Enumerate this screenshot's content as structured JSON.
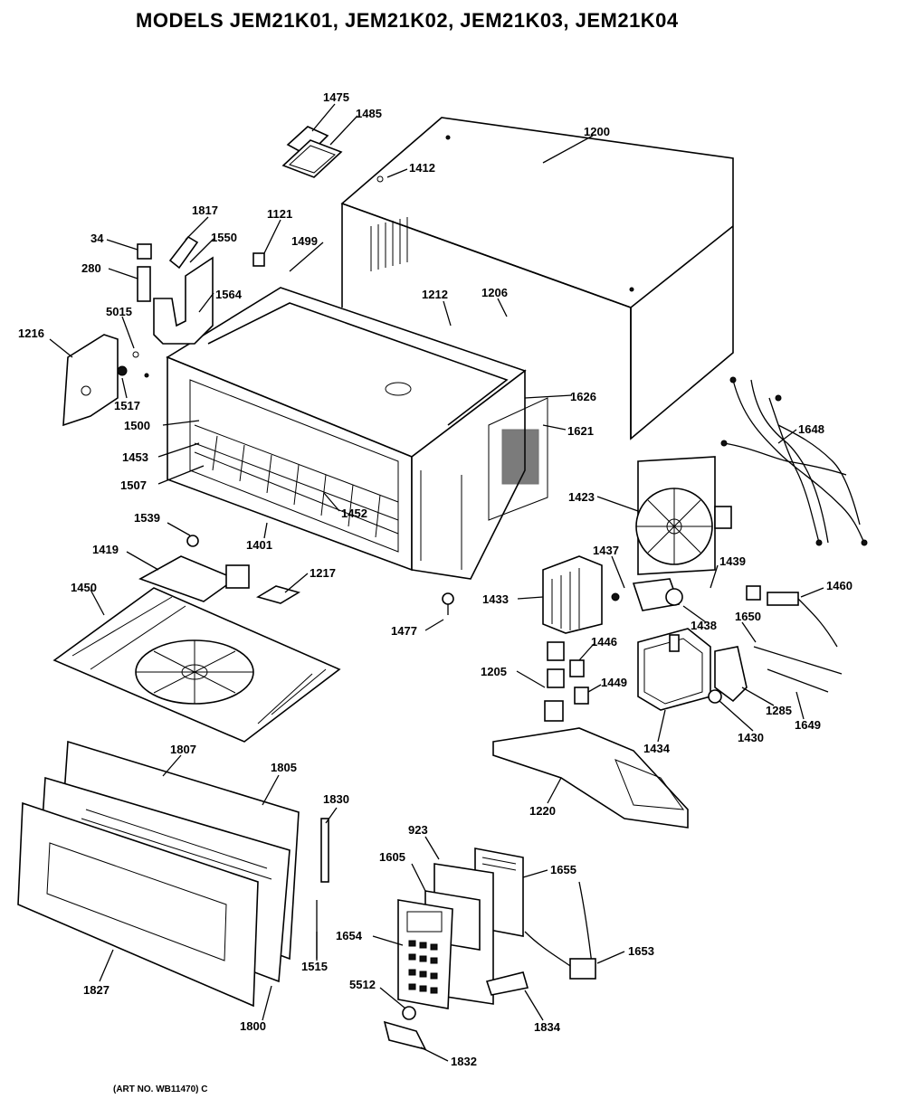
{
  "title": "MODELS JEM21K01, JEM21K02, JEM21K03, JEM21K04",
  "art_number": "(ART NO. WB11470) C",
  "callouts": {
    "p1475": "1475",
    "p1485": "1485",
    "p1200": "1200",
    "p1412": "1412",
    "p1817": "1817",
    "p1121": "1121",
    "p34": "34",
    "p1550": "1550",
    "p1499": "1499",
    "p280": "280",
    "p1564": "1564",
    "p1212": "1212",
    "p1206": "1206",
    "p5015": "5015",
    "p1216": "1216",
    "p1517": "1517",
    "p1626": "1626",
    "p1500": "1500",
    "p1621": "1621",
    "p1648": "1648",
    "p1453": "1453",
    "p1507": "1507",
    "p1452": "1452",
    "p1423": "1423",
    "p1539": "1539",
    "p1401": "1401",
    "p1419": "1419",
    "p1437": "1437",
    "p1439": "1439",
    "p1217": "1217",
    "p1450": "1450",
    "p1433": "1433",
    "p1460": "1460",
    "p1438": "1438",
    "p1477": "1477",
    "p1650": "1650",
    "p1446": "1446",
    "p1205": "1205",
    "p1449": "1449",
    "p1285": "1285",
    "p1649": "1649",
    "p1434": "1434",
    "p1430": "1430",
    "p1807": "1807",
    "p1805": "1805",
    "p1220": "1220",
    "p1830": "1830",
    "p923": "923",
    "p1605": "1605",
    "p1655": "1655",
    "p1654": "1654",
    "p1653": "1653",
    "p1515": "1515",
    "p1827": "1827",
    "p5512": "5512",
    "p1800": "1800",
    "p1834": "1834",
    "p1832": "1832"
  }
}
